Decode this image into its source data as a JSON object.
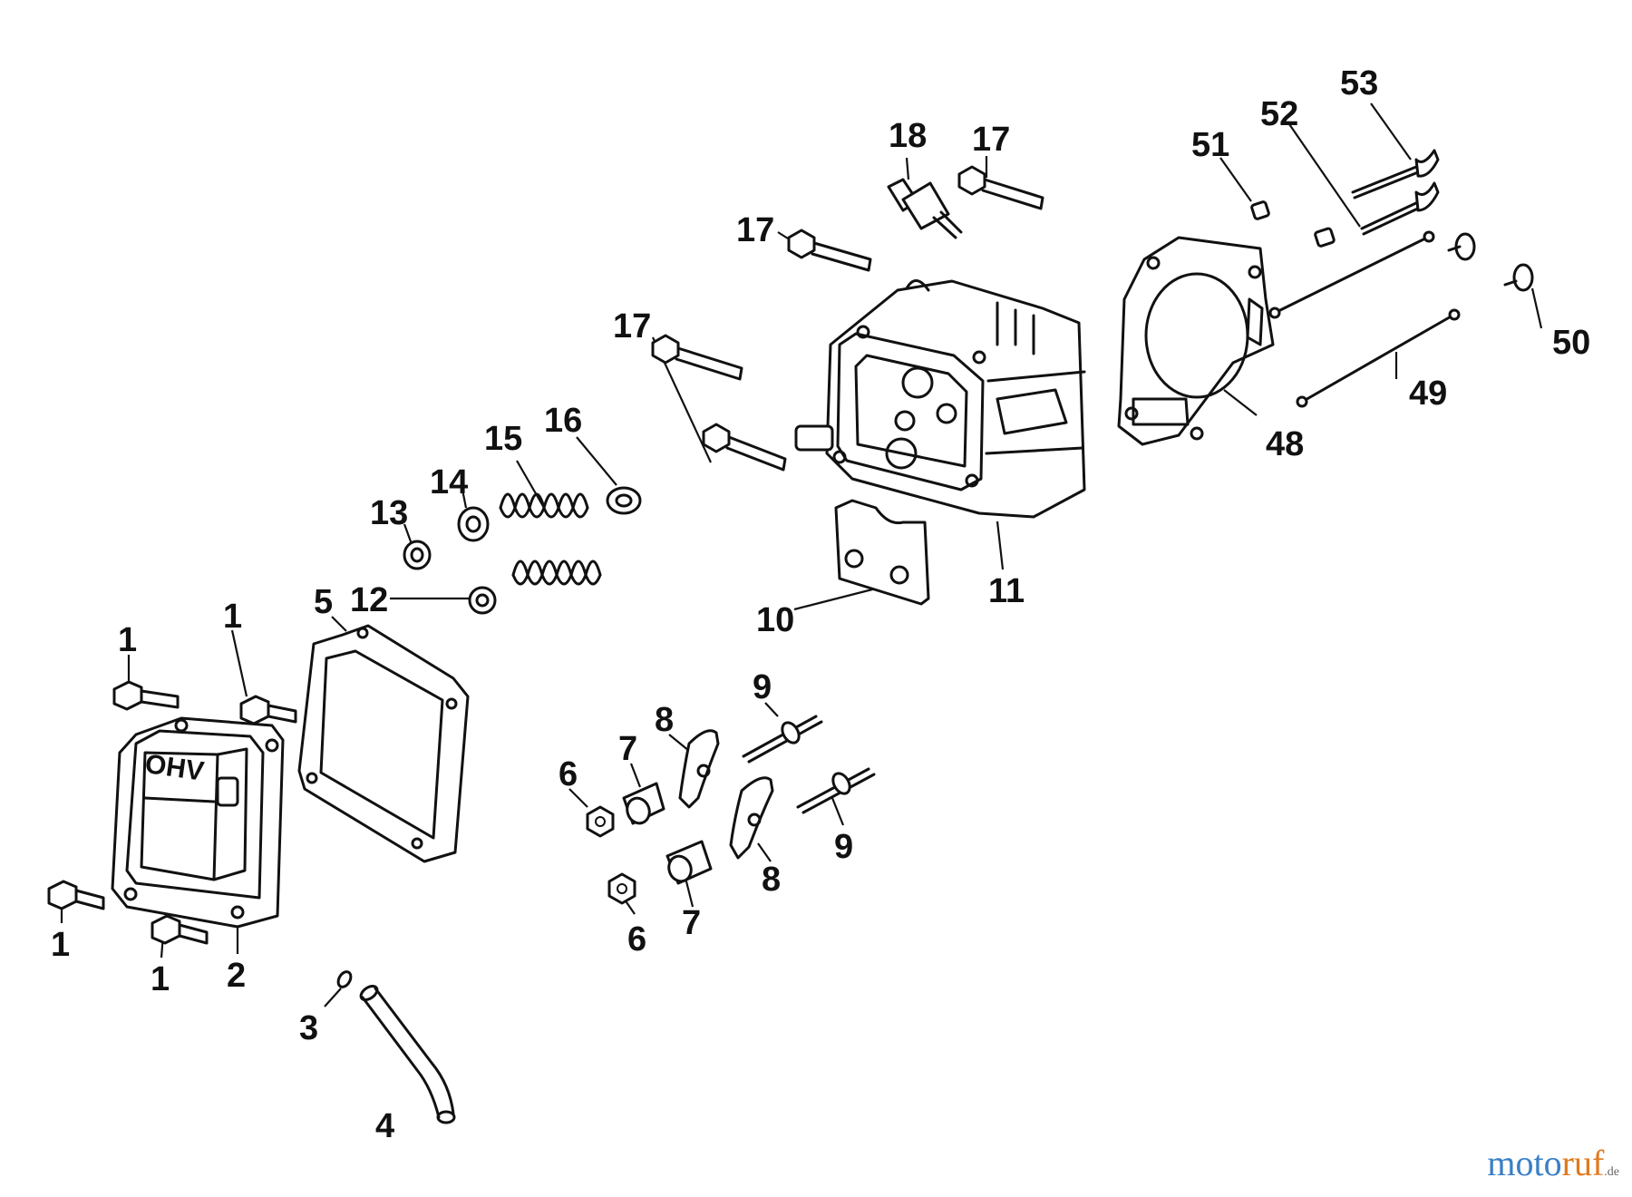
{
  "diagram": {
    "callouts": [
      {
        "id": "c1a",
        "label": "1"
      },
      {
        "id": "c1b",
        "label": "1"
      },
      {
        "id": "c1c",
        "label": "1"
      },
      {
        "id": "c1d",
        "label": "1"
      },
      {
        "id": "c2",
        "label": "2"
      },
      {
        "id": "c3",
        "label": "3"
      },
      {
        "id": "c4",
        "label": "4"
      },
      {
        "id": "c5",
        "label": "5"
      },
      {
        "id": "c6a",
        "label": "6"
      },
      {
        "id": "c6b",
        "label": "6"
      },
      {
        "id": "c7a",
        "label": "7"
      },
      {
        "id": "c7b",
        "label": "7"
      },
      {
        "id": "c8a",
        "label": "8"
      },
      {
        "id": "c8b",
        "label": "8"
      },
      {
        "id": "c9a",
        "label": "9"
      },
      {
        "id": "c9b",
        "label": "9"
      },
      {
        "id": "c10",
        "label": "10"
      },
      {
        "id": "c11",
        "label": "11"
      },
      {
        "id": "c12",
        "label": "12"
      },
      {
        "id": "c13",
        "label": "13"
      },
      {
        "id": "c14",
        "label": "14"
      },
      {
        "id": "c15",
        "label": "15"
      },
      {
        "id": "c16",
        "label": "16"
      },
      {
        "id": "c17a",
        "label": "17"
      },
      {
        "id": "c17b",
        "label": "17"
      },
      {
        "id": "c17c",
        "label": "17"
      },
      {
        "id": "c18",
        "label": "18"
      },
      {
        "id": "c48",
        "label": "48"
      },
      {
        "id": "c49",
        "label": "49"
      },
      {
        "id": "c50",
        "label": "50"
      },
      {
        "id": "c51",
        "label": "51"
      },
      {
        "id": "c52",
        "label": "52"
      },
      {
        "id": "c53",
        "label": "53"
      }
    ],
    "cover_emboss": "OHV"
  },
  "watermark": {
    "part1": "moto",
    "part2": "ruf",
    "part3": ".de"
  }
}
